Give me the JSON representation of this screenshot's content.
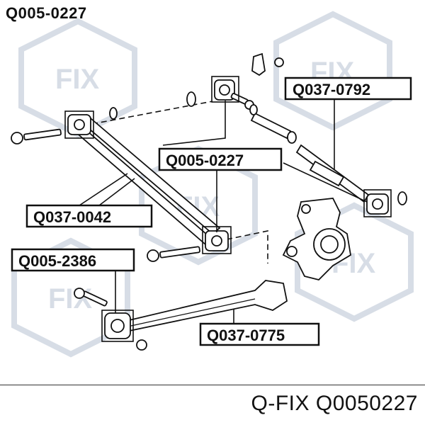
{
  "header": {
    "part_number": "Q005-0227"
  },
  "labels": {
    "l1": "Q037-0792",
    "l2": "Q005-0227",
    "l3": "Q037-0042",
    "l4": "Q005-2386",
    "l5": "Q037-0775"
  },
  "footer": {
    "brand_text": "Q-FIX Q0050227"
  },
  "watermark": {
    "text": "FIX",
    "color": "#d7dde6"
  }
}
